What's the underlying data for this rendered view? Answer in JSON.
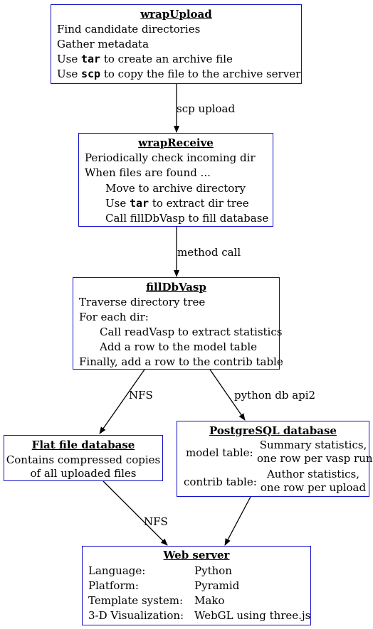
{
  "nodes": {
    "wrapUpload": {
      "title": "wrapUpload",
      "lines": {
        "l1": "Find candidate directories",
        "l2": "Gather metadata",
        "l3a": "Use ",
        "l3b": "tar",
        "l3c": " to create an archive file",
        "l4a": "Use ",
        "l4b": "scp",
        "l4c": " to copy the file to the archive server"
      }
    },
    "wrapReceive": {
      "title": "wrapReceive",
      "lines": {
        "l1": "Periodically check incoming dir",
        "l2": "When files are found ...",
        "l3": "Move to archive directory",
        "l4a": "Use ",
        "l4b": "tar",
        "l4c": " to extract dir tree",
        "l5": "Call fillDbVasp to fill database"
      }
    },
    "fillDbVasp": {
      "title": "fillDbVasp",
      "lines": {
        "l1": "Traverse directory tree",
        "l2": "For each dir:",
        "l3": "Call readVasp to extract statistics",
        "l4": "Add a row to the model table",
        "l5": "Finally, add a row to the contrib table"
      }
    },
    "flatFile": {
      "title": "Flat file database",
      "lines": {
        "l1": "Contains compressed copies",
        "l2": "of all uploaded files"
      }
    },
    "postgres": {
      "title": "PostgreSQL database",
      "model_label": "model table:",
      "model_value_1": "Summary statistics,",
      "model_value_2": "one row per vasp run",
      "contrib_label": "contrib table:",
      "contrib_value_1": "Author statistics,",
      "contrib_value_2": "one row per upload"
    },
    "webServer": {
      "title": "Web server",
      "rows": [
        {
          "key": "Language:",
          "value": "Python"
        },
        {
          "key": "Platform:",
          "value": "Pyramid"
        },
        {
          "key": "Template system:",
          "value": "Mako"
        },
        {
          "key": "3-D Visualization:",
          "value": "WebGL using three.js"
        }
      ]
    }
  },
  "edges": {
    "upload_to_receive": "scp upload",
    "receive_to_fill": "method call",
    "fill_to_flat": "NFS",
    "fill_to_postgres": "python db api2",
    "flat_to_web": "NFS"
  }
}
